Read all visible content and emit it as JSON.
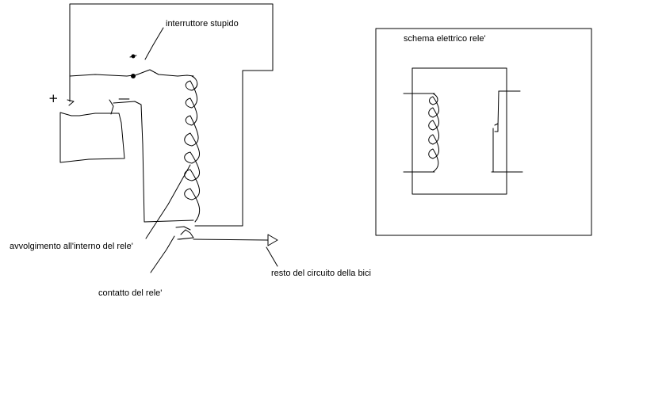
{
  "colors": {
    "background": "#ffffff",
    "ink": "#000000"
  },
  "labels": {
    "switch": "interruttore stupido",
    "coil": "avvolgimento all'interno del rele'",
    "contact": "contatto del rele'",
    "rest_of_circuit": "resto del circuito della bici",
    "schematic_title": "schema elettrico rele'"
  },
  "battery": {
    "plus_sign": "+",
    "minus_sign": "—"
  }
}
